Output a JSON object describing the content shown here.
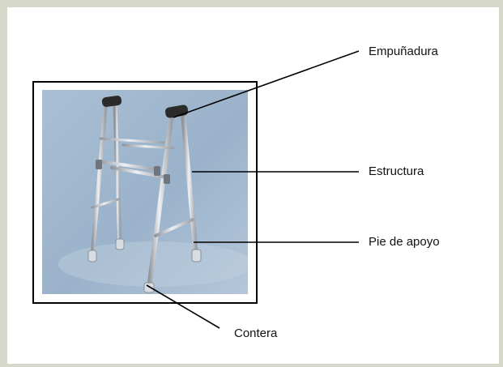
{
  "diagram": {
    "parts": [
      {
        "id": "empunadura",
        "label": "Empuñadura"
      },
      {
        "id": "estructura",
        "label": "Estructura"
      },
      {
        "id": "pie-de-apoyo",
        "label": "Pie de apoyo"
      },
      {
        "id": "contera",
        "label": "Contera"
      }
    ]
  },
  "colors": {
    "page_background": "#d6d9c9",
    "panel_background": "#ffffff",
    "photo_backdrop": "#9db4cb",
    "frame_metal": "#c9ccd2",
    "handle_grip": "#2b2b2b",
    "leader_line": "#000000"
  }
}
